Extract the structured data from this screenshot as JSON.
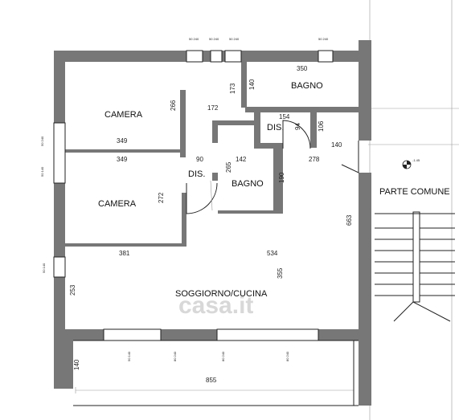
{
  "rooms": {
    "camera_top": "CAMERA",
    "camera_bottom": "CAMERA",
    "bagno_top": "BAGNO",
    "bagno_center": "BAGNO",
    "dis_left": "DIS.",
    "dis_right": "DIS.",
    "soggiorno": "SOGGIORNO/CUCINA",
    "parte_comune": "PARTE COMUNE"
  },
  "dimensions": {
    "d350": "350",
    "d140_bagno": "140",
    "d173": "173",
    "d266": "266",
    "d172": "172",
    "d154": "154",
    "d94": "94",
    "d106": "106",
    "d140_right": "140",
    "d349_top": "349",
    "d349_bottom": "349",
    "d90": "90",
    "d142": "142",
    "d265": "265",
    "d190": "190",
    "d278": "278",
    "d272": "272",
    "d663": "663",
    "d381": "381",
    "d534": "534",
    "d355": "355",
    "d253": "253",
    "d140_terrace": "140",
    "d855": "855"
  },
  "windows": {
    "w1": "50 240",
    "w2": "50 240",
    "w3": "50 240",
    "w4": "50 240",
    "w5": "50 240",
    "w6": "50 140",
    "w7": "50 140",
    "w8": "50 140",
    "w9": "80 240",
    "w10": "80 240",
    "w11": "80 240"
  },
  "elevation": "-1.45",
  "watermark": "casa.it"
}
